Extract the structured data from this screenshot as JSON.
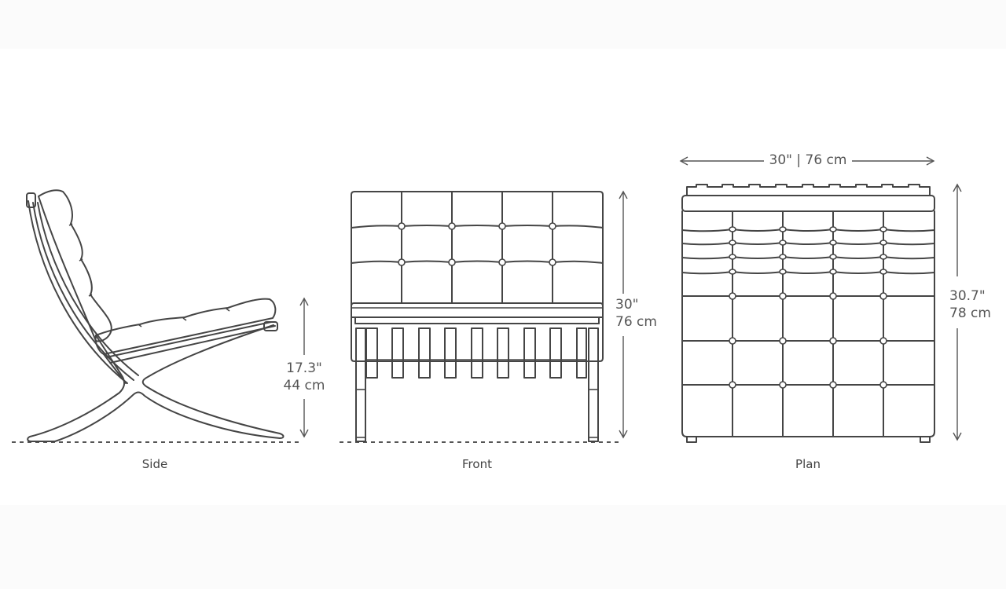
{
  "views": [
    {
      "id": "side",
      "label": "Side",
      "dimension": {
        "imperial": "17.3\"",
        "metric": "44 cm",
        "axis": "height"
      }
    },
    {
      "id": "front",
      "label": "Front",
      "dimension": {
        "imperial": "30\"",
        "metric": "76 cm",
        "axis": "height"
      }
    },
    {
      "id": "plan",
      "label": "Plan",
      "width_dimension": {
        "text": "30\" | 76 cm",
        "axis": "width"
      },
      "depth_dimension": {
        "imperial": "30.7\"",
        "metric": "78 cm",
        "axis": "depth"
      }
    }
  ],
  "colors": {
    "line": "#454545",
    "background": "#ffffff",
    "band": "#fbfbfb",
    "text": "#444444"
  }
}
